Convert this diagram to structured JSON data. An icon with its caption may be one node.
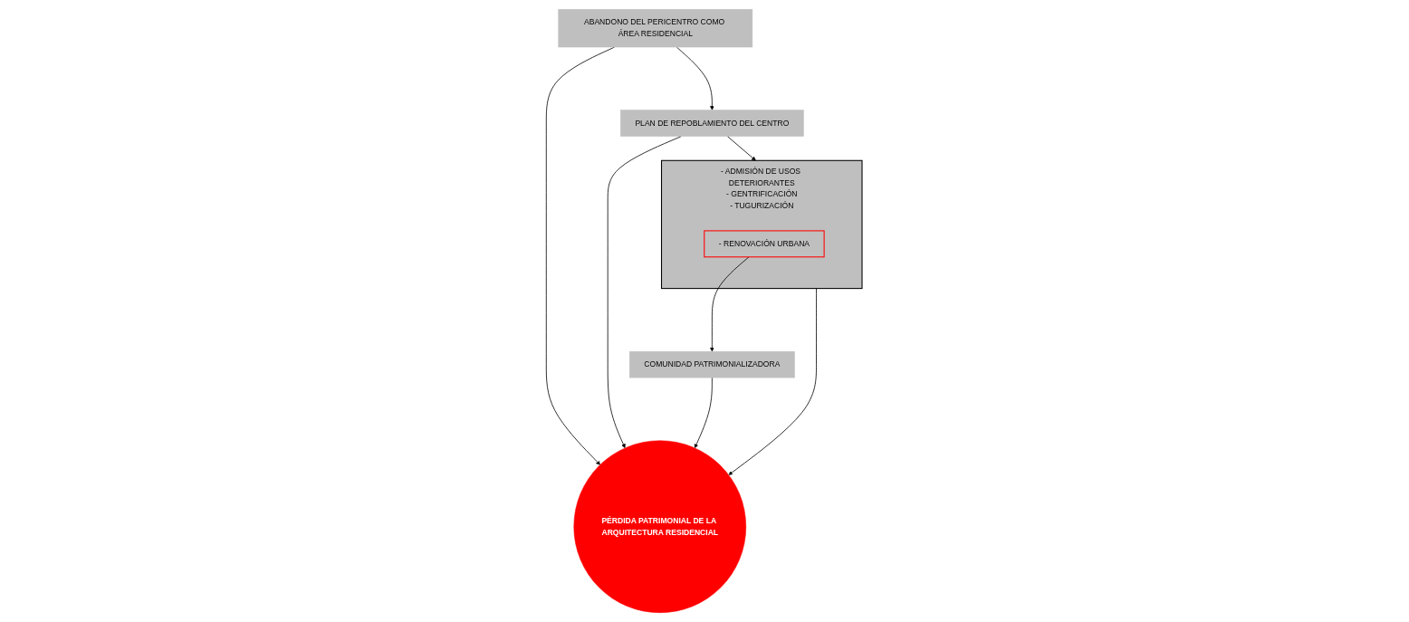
{
  "diagram": {
    "nodes": [
      {
        "text": [
          "ABANDONO DEL PERICENTRO COMO ÁREA RESIDENCIAL"
        ]
      },
      {
        "text": [
          "PÉRDIDA PATRIMONIAL DE LA ARQUITECTURA RESIDENCIAL"
        ]
      },
      {
        "text": [
          "PLAN DE REPOBLAMIENTO DEL CENTRO"
        ]
      },
      {
        "text": [
          "- ADMISIÓN DE USOS DETERIORANTES",
          "- GENTRIFICACIÓN",
          "- TUGURIZACIÓN"
        ]
      },
      {
        "text": [
          "- RENOVACIÓN URBANA"
        ],
        "in": 3
      },
      {
        "text": [
          "COMUNIDAD PATRIMONIALIZADORA"
        ]
      }
    ],
    "edges": [
      {
        "from": 0,
        "to": 1,
        "arrow": "to"
      },
      {
        "from": 2,
        "to": 1,
        "arrow": "to"
      },
      {
        "from": 0,
        "to": 2,
        "arrow": "to"
      },
      {
        "from": 2,
        "to": 3,
        "arrow": "to"
      },
      {
        "from": 3,
        "to": 1,
        "arrow": "to"
      },
      {
        "from": 4,
        "to": 5,
        "arrow": "to"
      },
      {
        "from": 5,
        "to": 1,
        "arrow": "to"
      }
    ]
  }
}
